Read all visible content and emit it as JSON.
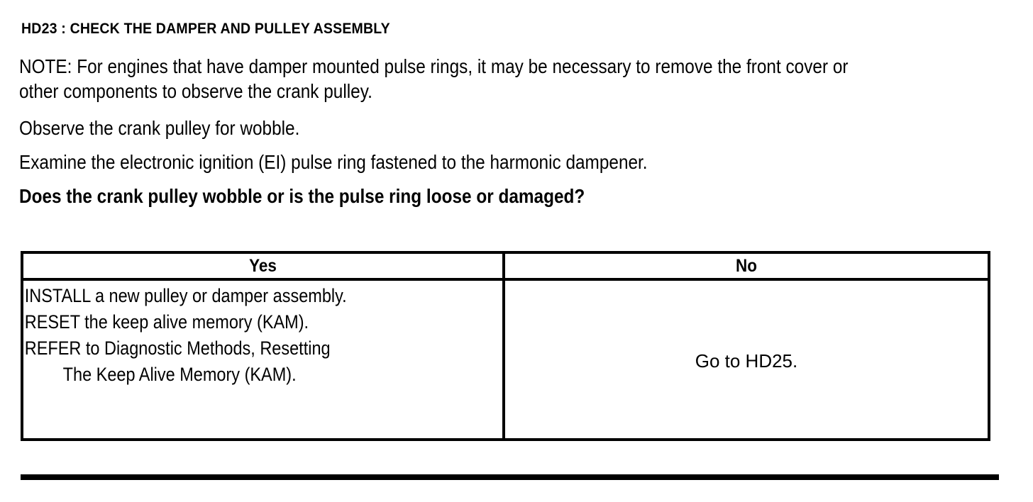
{
  "document": {
    "section_title": "HD23 : CHECK THE DAMPER AND PULLEY ASSEMBLY",
    "paragraphs": {
      "note": "NOTE: For engines that have damper mounted pulse rings, it may be necessary to remove the front cover or other components to observe the crank pulley.",
      "observe": "Observe the crank pulley for wobble.",
      "examine": "Examine the electronic ignition (EI) pulse ring fastened to the harmonic dampener.",
      "question": "Does the crank pulley wobble or is the pulse ring loose or damaged?"
    },
    "decision_table": {
      "headers": [
        "Yes",
        "No"
      ],
      "yes_cell": {
        "lines": [
          "INSTALL a new pulley or damper assembly.",
          "RESET the keep alive memory (KAM).",
          "REFER to Diagnostic Methods, Resetting",
          "The Keep Alive Memory (KAM)."
        ]
      },
      "no_cell": {
        "text": "Go to HD25."
      }
    },
    "colors": {
      "ink": "#000000",
      "paper": "#ffffff"
    }
  }
}
